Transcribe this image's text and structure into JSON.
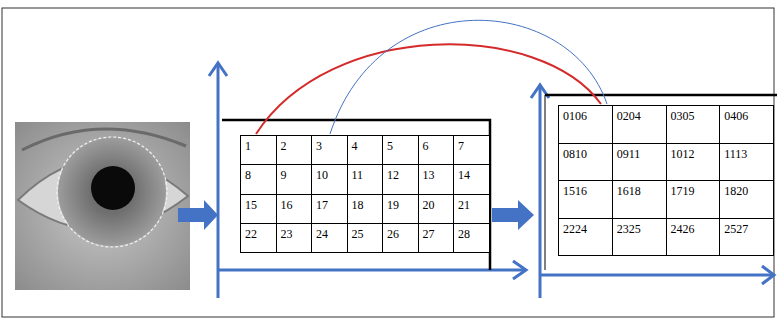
{
  "diagram": {
    "labels": [
      "1",
      "2",
      "3",
      "4",
      "5",
      "6",
      "7",
      "8",
      "9",
      "10",
      "11",
      "12",
      "13",
      "14",
      "15",
      "16",
      "17",
      "18",
      "19",
      "20",
      "21",
      "22",
      "23",
      "24",
      "25",
      "26",
      "27",
      "28",
      "0106",
      "0204",
      "0305",
      "0406",
      "0810",
      "0911",
      "1012",
      "1113",
      "1516",
      "1618",
      "1719",
      "1820",
      "2224",
      "2325",
      "2426",
      "2527"
    ]
  }
}
